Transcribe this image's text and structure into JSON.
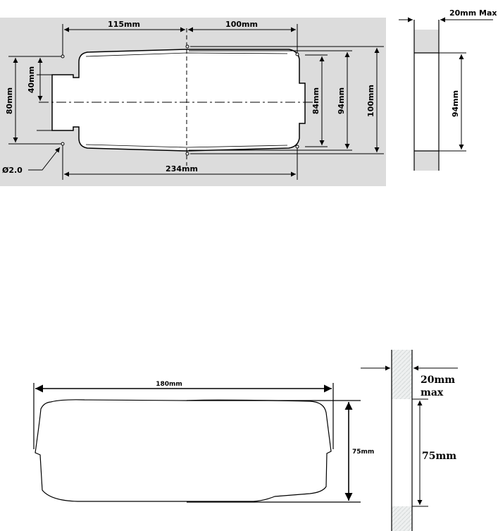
{
  "colors": {
    "panel_bg": "#dcdcdc",
    "line": "#000000",
    "shape_fill": "#ffffff"
  },
  "top_front": {
    "dim_115": "115mm",
    "dim_100_top": "100mm",
    "dim_80": "80mm",
    "dim_40": "40mm",
    "dim_84": "84mm",
    "dim_94": "94mm",
    "dim_100_right": "100mm",
    "dim_234": "234mm",
    "hole": "Ø2.0"
  },
  "top_side": {
    "depth": "20mm Max",
    "height": "94mm"
  },
  "bottom_front": {
    "width": "180mm",
    "height": "75mm"
  },
  "bottom_side": {
    "depth_line1": "20mm",
    "depth_line2": "max",
    "height": "75mm"
  }
}
